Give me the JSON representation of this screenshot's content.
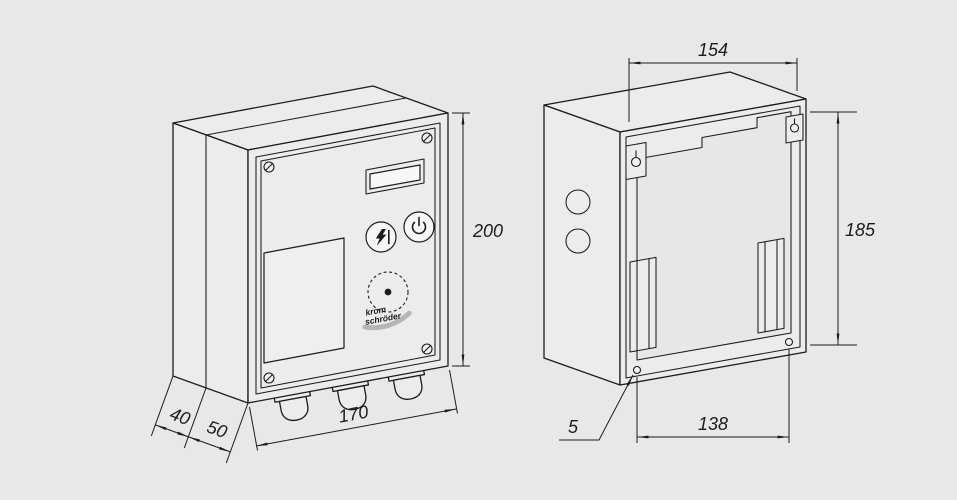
{
  "colors": {
    "bg": "#e8e8e8",
    "line": "#1c1c1c",
    "face": "#ececec",
    "swoosh": "#b5b5b5"
  },
  "brand": {
    "line1": "krom",
    "line2": "schröder"
  },
  "front_view": {
    "dim_height": "200",
    "dim_width": "170",
    "dim_depth_rear": "40",
    "dim_depth_front": "50"
  },
  "rear_view": {
    "dim_opening_width": "154",
    "dim_opening_height": "185",
    "dim_hole_spacing": "138",
    "dim_hole_size": "5"
  }
}
